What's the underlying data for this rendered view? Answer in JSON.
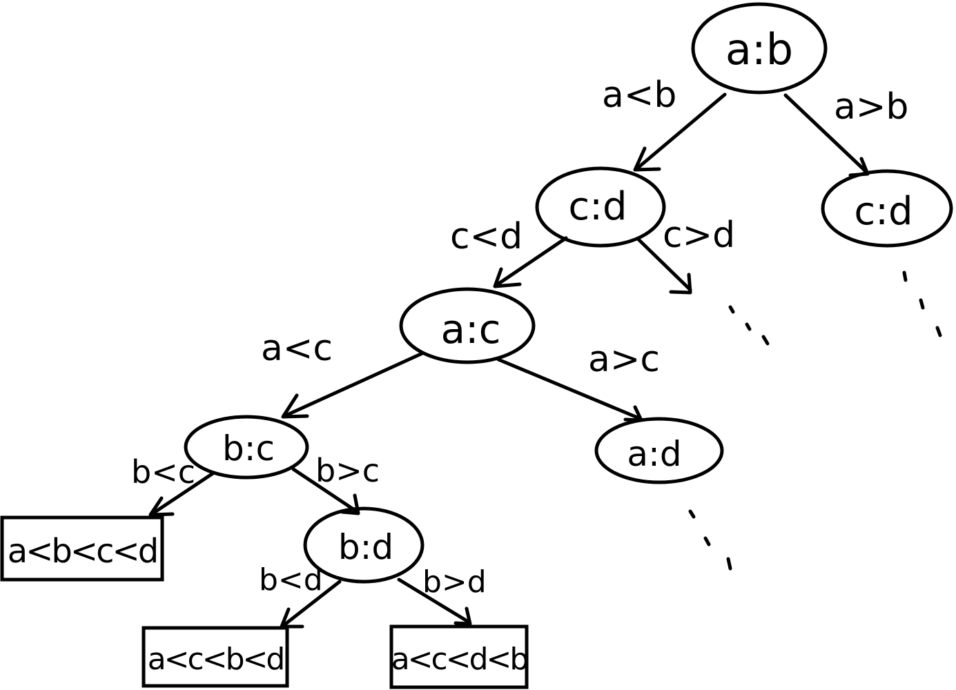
{
  "nodes": {
    "root": "a:b",
    "ab_left": "c:d",
    "ab_right": "c:d",
    "cd_left": "a:c",
    "ac_left": "b:c",
    "ac_right": "a:d",
    "bc_right": "b:d"
  },
  "leaves": {
    "leaf1": "a<b<c<d",
    "leaf2": "a<c<b<d",
    "leaf3": "a<c<d<b"
  },
  "edges": {
    "a_lt_b": "a<b",
    "a_gt_b": "a>b",
    "c_lt_d": "c<d",
    "c_gt_d": "c>d",
    "a_lt_c": "a<c",
    "a_gt_c": "a>c",
    "b_lt_c": "b<c",
    "b_gt_c": "b>c",
    "b_lt_d": "b<d",
    "b_gt_d": "b>d"
  },
  "colors": {
    "ink": "#000000",
    "background": "#ffffff"
  }
}
